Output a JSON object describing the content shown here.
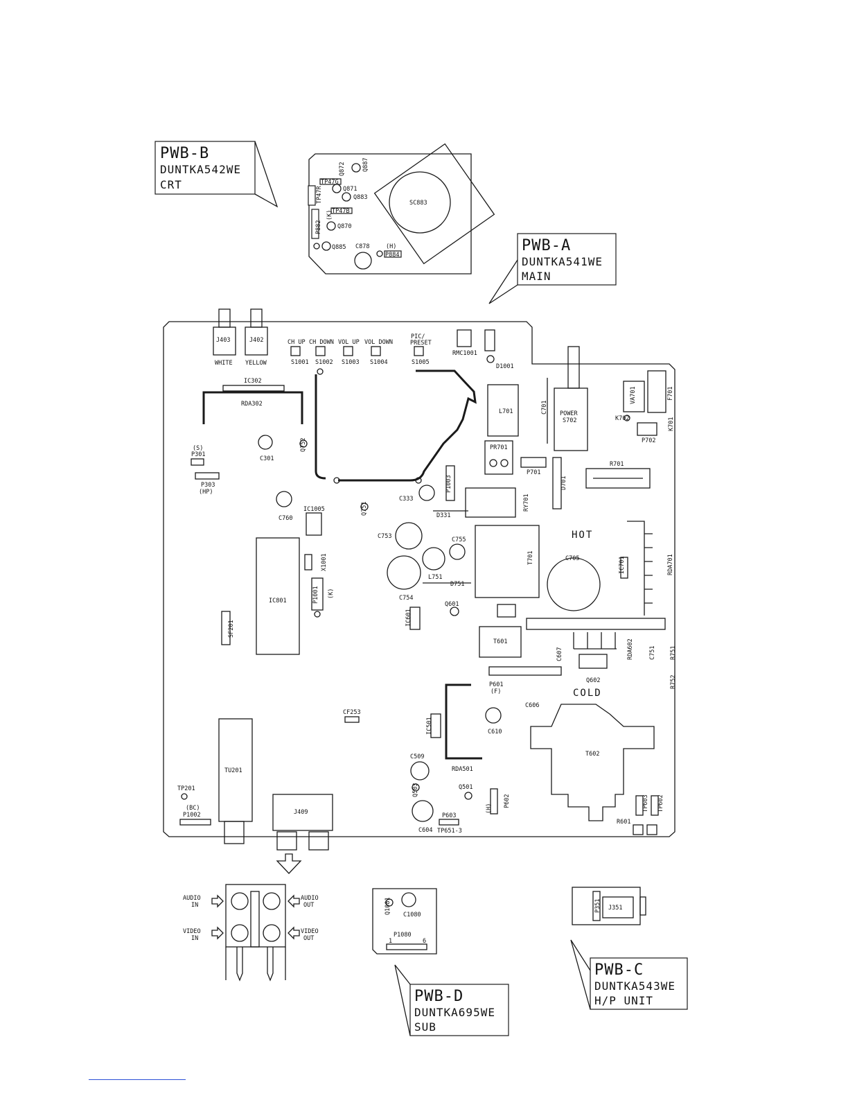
{
  "boards": {
    "pwb_b": {
      "title": "PWB-B",
      "part": "DUNTKA542WE",
      "name": "CRT"
    },
    "pwb_a": {
      "title": "PWB-A",
      "part": "DUNTKA541WE",
      "name": "MAIN"
    },
    "pwb_d": {
      "title": "PWB-D",
      "part": "DUNTKA695WE",
      "name": "SUB"
    },
    "pwb_c": {
      "title": "PWB-C",
      "part": "DUNTKA543WE",
      "name": "H/P UNIT"
    }
  },
  "crt_labels": {
    "sc883": "SC883",
    "q887": "Q887",
    "q872": "Q872",
    "q871": "Q871",
    "q883": "Q883",
    "q870": "Q870",
    "q885": "Q885",
    "tp47g": "TP47G",
    "tp47r": "TP47R",
    "tp47b": "TP47B",
    "p882": "P882",
    "k": "(K)",
    "c878": "C878",
    "h": "(H)",
    "p884": "P884"
  },
  "main_labels": {
    "j403": "J403",
    "j402": "J402",
    "white": "WHITE",
    "yellow": "YELLOW",
    "ch_up": "CH UP",
    "ch_down": "CH DOWN",
    "vol_up": "VOL UP",
    "vol_down": "VOL DOWN",
    "pic_preset_1": "PIC/",
    "pic_preset_2": "PRESET",
    "s1001": "S1001",
    "s1002": "S1002",
    "s1003": "S1003",
    "s1004": "S1004",
    "s1005": "S1005",
    "rmc1001": "RMC1001",
    "d1001": "D1001",
    "l701": "L701",
    "c701": "C701",
    "power": "POWER",
    "s702": "S702",
    "va701": "VA701",
    "f701": "F701",
    "k702": "K702",
    "k701": "K701",
    "p702": "P702",
    "ic302": "IC302",
    "rda302": "RDA302",
    "s_mark": "(S)",
    "p301": "P301",
    "p303": "P303",
    "hp": "(HP)",
    "c301": "C301",
    "q752": "Q752",
    "c760": "C760",
    "ic1005": "IC1005",
    "q751": "Q751",
    "c333": "C333",
    "p1003": "P1003",
    "d331": "D331",
    "pr701": "PR701",
    "p701": "P701",
    "d701": "D701",
    "r701": "R701",
    "ry701": "RY701",
    "c753": "C753",
    "c755": "C755",
    "l751": "L751",
    "d751": "D751",
    "c754": "C754",
    "t701": "T701",
    "hot": "HOT",
    "c705": "C705",
    "ic701": "IC701",
    "rda701": "RDA701",
    "ic801": "IC801",
    "x1001": "X1001",
    "p1001": "P1001",
    "k": "(K)",
    "sf201": "SF201",
    "ic601": "IC601",
    "q601": "Q601",
    "t601": "T601",
    "c607": "C607",
    "q602": "Q602",
    "rda602": "RDA602",
    "c751": "C751",
    "r751": "R751",
    "r752": "R752",
    "p601": "P601",
    "f": "(F)",
    "cold": "COLD",
    "c606": "C606",
    "c610": "C610",
    "cf253": "CF253",
    "ic501": "IC501",
    "t602": "T602",
    "c509": "C509",
    "rda501": "RDA501",
    "tu201": "TU201",
    "tp201": "TP201",
    "bc": "(BC)",
    "p1002": "P1002",
    "j409": "J409",
    "q503": "Q503",
    "q501": "Q501",
    "c604": "C604",
    "p603": "P603",
    "tp651": "TP651-3",
    "h": "(H)",
    "p602": "P602",
    "r601": "R601",
    "tp603": "TP603",
    "tp602": "TP602"
  },
  "jack_labels": {
    "audio_in_1": "AUDIO",
    "audio_in_2": "IN",
    "audio_out_1": "AUDIO",
    "audio_out_2": "OUT",
    "video_in_1": "VIDEO",
    "video_in_2": "IN",
    "video_out_1": "VIDEO",
    "video_out_2": "OUT"
  },
  "sub_labels": {
    "q1081": "Q1081",
    "c1080": "C1080",
    "p1080": "P1080",
    "pin1": "1",
    "pin6": "6"
  },
  "hp_labels": {
    "p351": "P351",
    "j351": "J351"
  }
}
